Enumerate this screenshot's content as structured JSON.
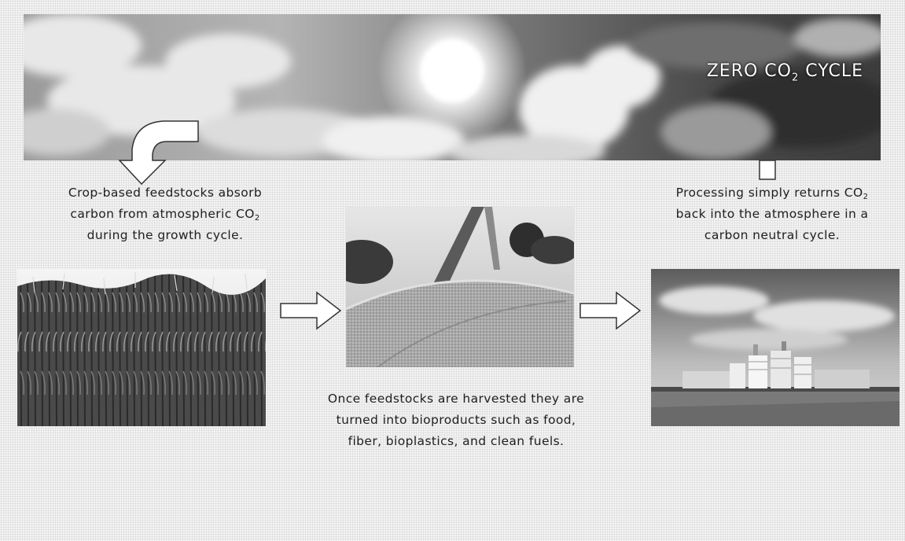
{
  "banner": {
    "title": "ZERO CO",
    "title_sub": "2",
    "title_suffix": " CYCLE"
  },
  "captions": {
    "absorb": {
      "line1": "Crop-based feedstocks absorb",
      "line2": "carbon from atmospheric CO",
      "line2_sub": "2",
      "line3": "during the growth cycle."
    },
    "process": {
      "line1": "Processing simply returns CO",
      "line1_sub": "2",
      "line2": "back into the atmosphere in a",
      "line3": "carbon neutral cycle."
    },
    "harvest": {
      "line1": "Once feedstocks are harvested they are",
      "line2": "turned into bioproducts such as food,",
      "line3": "fiber, bioplastics, and clean fuels."
    }
  },
  "icons": {
    "down_curve_arrow": "curved-down-arrow-icon",
    "up_arrow": "up-arrow-icon",
    "right_arrow": "right-arrow-icon"
  },
  "colors": {
    "background": "#f4f4f4",
    "text": "#202020",
    "arrow_fill": "#ffffff",
    "arrow_stroke": "#333333"
  }
}
